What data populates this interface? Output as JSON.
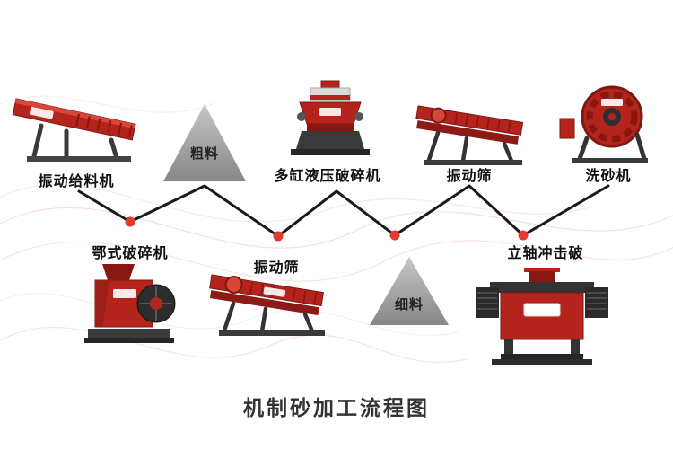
{
  "title": "机制砂加工流程图",
  "labels": {
    "vibrating_feeder": "振动给料机",
    "jaw_crusher": "鄂式破碎机",
    "coarse_material": "粗料",
    "cone_crusher": "多缸液压破碎机",
    "vibrating_screen_mid": "振动筛",
    "fine_material": "细料",
    "vibrating_screen_top": "振动筛",
    "vsi_crusher": "立轴冲击破",
    "sand_washer": "洗砂机"
  },
  "flow_order": [
    "振动给料机",
    "鄂式破碎机",
    "粗料",
    "振动筛",
    "多缸液压破碎机",
    "细料",
    "振动筛",
    "立轴冲击破",
    "洗砂机"
  ],
  "colors": {
    "machine_red": "#b5231d",
    "machine_dark_red": "#871710",
    "line_black": "#1a1a1a",
    "node_dot_red": "#e23b2e",
    "triangle_gray": "#9a9a9a",
    "wave_pink": "#d96a5a",
    "title_color": "#333333"
  }
}
